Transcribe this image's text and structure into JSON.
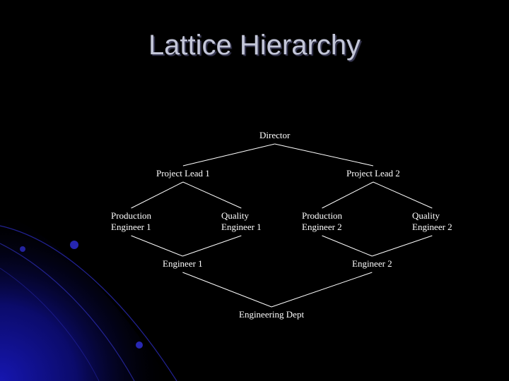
{
  "title": "Lattice Hierarchy",
  "nodes": {
    "director": [
      "Director"
    ],
    "project_lead_1": [
      "Project Lead 1"
    ],
    "project_lead_2": [
      "Project Lead 2"
    ],
    "production_engineer_1": [
      "Production",
      "Engineer 1"
    ],
    "quality_engineer_1": [
      "Quality",
      "Engineer 1"
    ],
    "production_engineer_2": [
      "Production",
      "Engineer 2"
    ],
    "quality_engineer_2": [
      "Quality",
      "Engineer 2"
    ],
    "engineer_1": [
      "Engineer 1"
    ],
    "engineer_2": [
      "Engineer 2"
    ],
    "engineering_dept": [
      "Engineering Dept"
    ]
  },
  "edges": [
    [
      "director",
      "project_lead_1"
    ],
    [
      "director",
      "project_lead_2"
    ],
    [
      "project_lead_1",
      "production_engineer_1"
    ],
    [
      "project_lead_1",
      "quality_engineer_1"
    ],
    [
      "project_lead_2",
      "production_engineer_2"
    ],
    [
      "project_lead_2",
      "quality_engineer_2"
    ],
    [
      "production_engineer_1",
      "engineer_1"
    ],
    [
      "quality_engineer_1",
      "engineer_1"
    ],
    [
      "production_engineer_2",
      "engineer_2"
    ],
    [
      "quality_engineer_2",
      "engineer_2"
    ],
    [
      "engineer_1",
      "engineering_dept"
    ],
    [
      "engineer_2",
      "engineering_dept"
    ]
  ],
  "colors": {
    "background": "#000000",
    "title": "#c3c6d8",
    "text": "#ffffff",
    "lines": "#ffffff",
    "accent": "#1a1aa8"
  }
}
